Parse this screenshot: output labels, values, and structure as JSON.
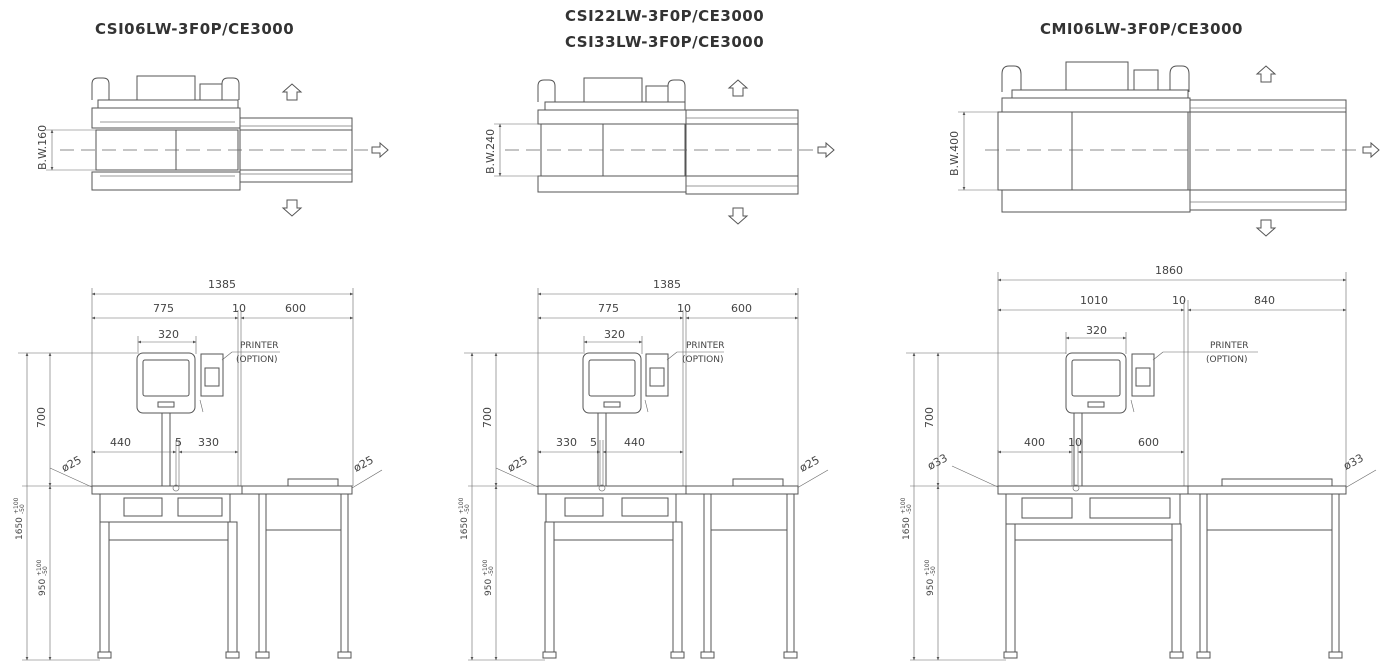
{
  "models": [
    {
      "titles": [
        "CSI06LW-3F0P/CE3000"
      ],
      "belt_width": "B.W.160",
      "overall_width": "1385",
      "left_section": "775",
      "gap": "10",
      "right_section": "600",
      "display_width": "320",
      "left_to_center": "440",
      "center_gap": "5",
      "center_to_right": "330",
      "dia_left": "ø25",
      "dia_right": "ø25",
      "display_height": "700",
      "total_height": "1650",
      "conveyor_height": "950",
      "tol_plus": "+100",
      "tol_minus": "-50",
      "printer": "PRINTER",
      "printer_option": "(OPTION)"
    },
    {
      "titles": [
        "CSI22LW-3F0P/CE3000",
        "CSI33LW-3F0P/CE3000"
      ],
      "belt_width": "B.W.240",
      "overall_width": "1385",
      "left_section": "775",
      "gap": "10",
      "right_section": "600",
      "display_width": "320",
      "left_to_center": "330",
      "center_gap": "5",
      "center_to_right": "440",
      "dia_left": "ø25",
      "dia_right": "ø25",
      "display_height": "700",
      "total_height": "1650",
      "conveyor_height": "950",
      "tol_plus": "+100",
      "tol_minus": "-50",
      "printer": "PRINTER",
      "printer_option": "(OPTION)"
    },
    {
      "titles": [
        "CMI06LW-3F0P/CE3000"
      ],
      "belt_width": "B.W.400",
      "overall_width": "1860",
      "left_section": "1010",
      "gap": "10",
      "right_section": "840",
      "display_width": "320",
      "left_to_center": "400",
      "center_gap": "10",
      "center_to_right": "600",
      "dia_left": "ø33",
      "dia_right": "ø33",
      "display_height": "700",
      "total_height": "1650",
      "conveyor_height": "950",
      "tol_plus": "+100",
      "tol_minus": "-50",
      "printer": "PRINTER",
      "printer_option": "(OPTION)"
    }
  ]
}
